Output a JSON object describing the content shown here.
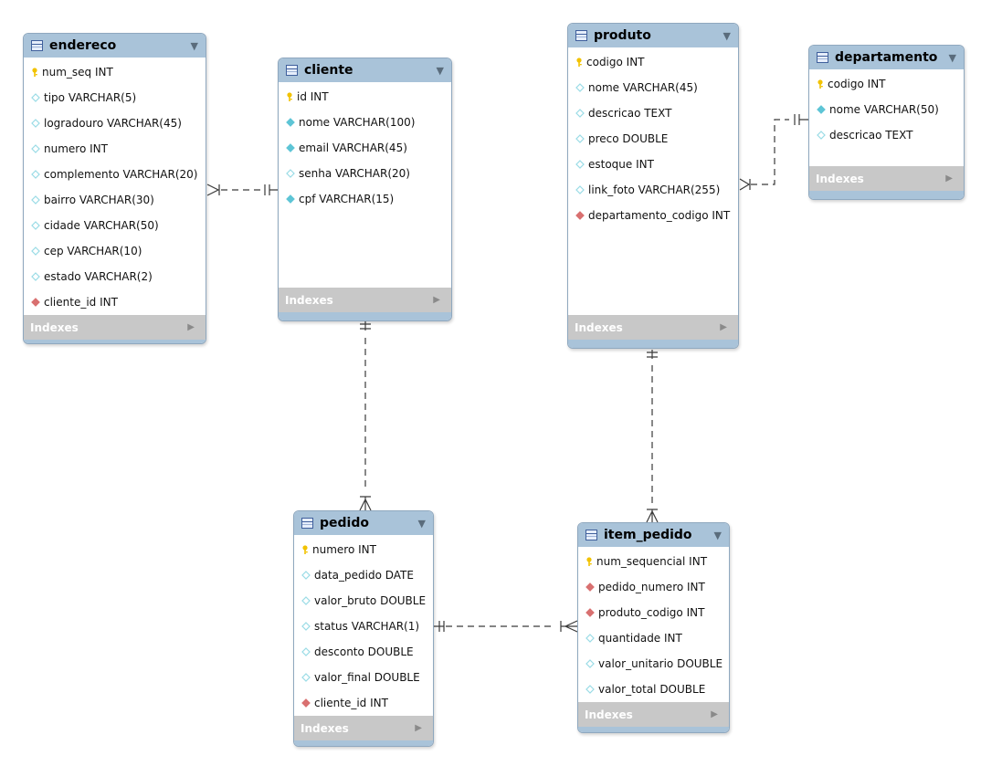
{
  "indexes_label": "Indexes",
  "tables": {
    "endereco": {
      "name": "endereco",
      "columns": [
        {
          "text": "num_seq INT",
          "key": "pk"
        },
        {
          "text": "tipo VARCHAR(5)",
          "key": "col"
        },
        {
          "text": "logradouro VARCHAR(45)",
          "key": "col"
        },
        {
          "text": "numero INT",
          "key": "col"
        },
        {
          "text": "complemento VARCHAR(20)",
          "key": "col"
        },
        {
          "text": "bairro VARCHAR(30)",
          "key": "col"
        },
        {
          "text": "cidade VARCHAR(50)",
          "key": "col"
        },
        {
          "text": "cep VARCHAR(10)",
          "key": "col"
        },
        {
          "text": "estado VARCHAR(2)",
          "key": "col"
        },
        {
          "text": "cliente_id INT",
          "key": "fk"
        }
      ]
    },
    "cliente": {
      "name": "cliente",
      "columns": [
        {
          "text": "id INT",
          "key": "pk"
        },
        {
          "text": "nome VARCHAR(100)",
          "key": "nn"
        },
        {
          "text": "email VARCHAR(45)",
          "key": "nn"
        },
        {
          "text": "senha VARCHAR(20)",
          "key": "col"
        },
        {
          "text": "cpf VARCHAR(15)",
          "key": "nn"
        }
      ]
    },
    "produto": {
      "name": "produto",
      "columns": [
        {
          "text": "codigo INT",
          "key": "pk"
        },
        {
          "text": "nome VARCHAR(45)",
          "key": "col"
        },
        {
          "text": "descricao TEXT",
          "key": "col"
        },
        {
          "text": "preco DOUBLE",
          "key": "col"
        },
        {
          "text": "estoque INT",
          "key": "col"
        },
        {
          "text": "link_foto VARCHAR(255)",
          "key": "col"
        },
        {
          "text": "departamento_codigo INT",
          "key": "fk"
        }
      ]
    },
    "departamento": {
      "name": "departamento",
      "columns": [
        {
          "text": "codigo INT",
          "key": "pk"
        },
        {
          "text": "nome VARCHAR(50)",
          "key": "nn"
        },
        {
          "text": "descricao TEXT",
          "key": "col"
        }
      ]
    },
    "pedido": {
      "name": "pedido",
      "columns": [
        {
          "text": "numero INT",
          "key": "pk"
        },
        {
          "text": "data_pedido DATE",
          "key": "col"
        },
        {
          "text": "valor_bruto DOUBLE",
          "key": "col"
        },
        {
          "text": "status VARCHAR(1)",
          "key": "col"
        },
        {
          "text": "desconto DOUBLE",
          "key": "col"
        },
        {
          "text": "valor_final DOUBLE",
          "key": "col"
        },
        {
          "text": "cliente_id INT",
          "key": "fk"
        }
      ]
    },
    "item_pedido": {
      "name": "item_pedido",
      "columns": [
        {
          "text": "num_sequencial INT",
          "key": "pk"
        },
        {
          "text": "pedido_numero INT",
          "key": "fk"
        },
        {
          "text": "produto_codigo INT",
          "key": "fk"
        },
        {
          "text": "quantidade INT",
          "key": "col"
        },
        {
          "text": "valor_unitario DOUBLE",
          "key": "col"
        },
        {
          "text": "valor_total DOUBLE",
          "key": "col"
        }
      ]
    }
  },
  "relationships": [
    {
      "from": "endereco",
      "to": "cliente"
    },
    {
      "from": "produto",
      "to": "departamento"
    },
    {
      "from": "pedido",
      "to": "cliente"
    },
    {
      "from": "item_pedido",
      "to": "produto"
    },
    {
      "from": "item_pedido",
      "to": "pedido"
    }
  ],
  "colors": {
    "header": "#a9c3d9",
    "indexes_bar": "#c8c8c8",
    "pk_key": "#f2c200",
    "fk_diamond": "#d97070",
    "nn_diamond": "#5ec5d6",
    "col_diamond": "#9adbe6",
    "connector": "#3a3a3a"
  }
}
